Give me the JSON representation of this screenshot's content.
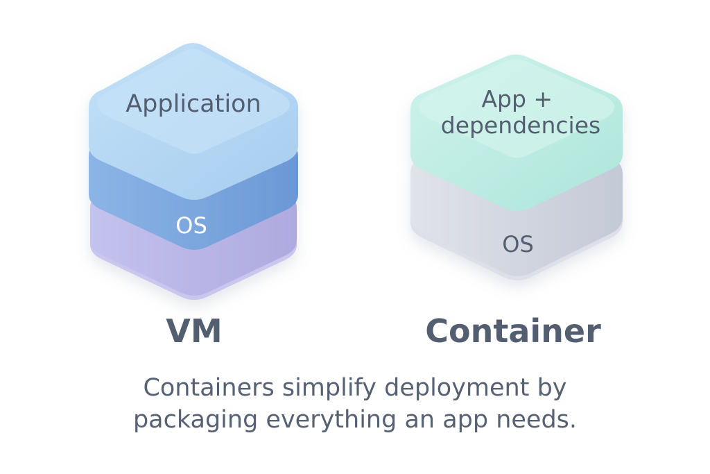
{
  "vm": {
    "title": "VM",
    "layers": [
      {
        "label": "Application"
      },
      {
        "label": "OS"
      }
    ],
    "colors": {
      "app_top": "#b9d9f5",
      "app_side": "#9cc3ec",
      "mid_side": "#7aa6dc",
      "os_side": "#b8b6e6",
      "os_bottom": "#c5c3ea"
    }
  },
  "container": {
    "title": "Container",
    "layers": [
      {
        "label_lines": [
          "App +",
          "dependencies"
        ]
      },
      {
        "label": "OS"
      }
    ],
    "colors": {
      "app_top": "#c5efe6",
      "app_side": "#a4e1d6",
      "os_side": "#cfd4e0",
      "os_bottom": "#d9dde6"
    }
  },
  "caption": {
    "lines": [
      "Containers simplify deployment by",
      "packaging everything an app needs."
    ]
  },
  "colors": {
    "text_dark": "#535f70",
    "text_light": "#ffffff"
  }
}
